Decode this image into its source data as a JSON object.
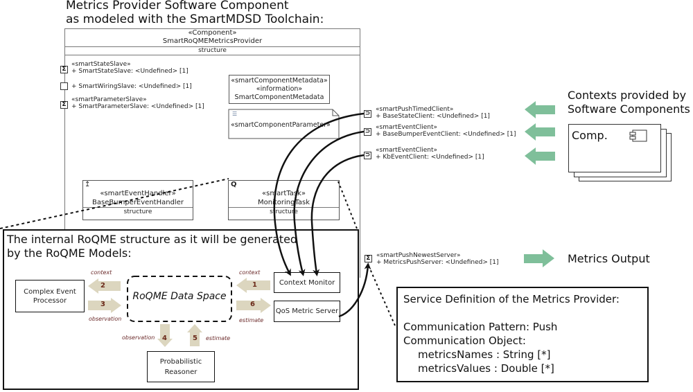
{
  "title": {
    "line1": "Metrics Provider Software Component",
    "line2": "as modeled with the SmartMDSD Toolchain:"
  },
  "component": {
    "stereotype": "«Component»",
    "name": "SmartRoQMEMetricsProvider",
    "compartment": "structure"
  },
  "left_ports": [
    {
      "stereotype": "«smartStateSlave»",
      "label": "+ SmartStateSlave: <Undefined> [1]",
      "icon": "sigma-port-icon"
    },
    {
      "stereotype": "",
      "label": "+ SmartWiringSlave: <Undefined> [1]",
      "icon": "empty-port-icon"
    },
    {
      "stereotype": "«smartParameterSlave»",
      "label": "+ SmartParameterSlave: <Undefined> [1]",
      "icon": "sigma-port-icon"
    }
  ],
  "metadata_box": {
    "line1": "«smartComponentMetadata»",
    "line2": "«information»",
    "line3": "SmartComponentMetadata"
  },
  "parameter_box": {
    "label": "«smartComponentParameter»"
  },
  "right_ports": [
    {
      "stereotype": "«smartPushTimedClient»",
      "label": "+ BaseStateClient: <Undefined> [1]"
    },
    {
      "stereotype": "«smartEventClient»",
      "label": "+ BaseBumperEventClient: <Undefined> [1]"
    },
    {
      "stereotype": "«smartEventClient»",
      "label": "+ KbEventClient: <Undefined> [1]"
    }
  ],
  "server_port": {
    "stereotype": "«smartPushNewestServer»",
    "label": "+ MetricsPushServer: <Undefined> [1]"
  },
  "event_handler": {
    "stereotype": "«smartEventHandler»",
    "name": "BaseBumperEventHandler",
    "compartment": "structure"
  },
  "task": {
    "stereotype": "«smartTask»",
    "name": "MonitoringTask",
    "compartment": "structure"
  },
  "contexts": {
    "line1": "Contexts provided by",
    "line2": "Software Components",
    "comp_label": "Comp."
  },
  "metrics_output": "Metrics Output",
  "roqme": {
    "heading1": "The internal RoQME structure as it will be generated",
    "heading2": "by the RoQME Models:",
    "data_space": "RoQME Data Space",
    "cep": {
      "line1": "Complex Event",
      "line2": "Processor"
    },
    "context_monitor": "Context Monitor",
    "qos_server": "QoS Metric Server",
    "reasoner": {
      "line1": "Probabilistic",
      "line2": "Reasoner"
    },
    "flows": [
      {
        "num": "1",
        "label": "context"
      },
      {
        "num": "2",
        "label": "context"
      },
      {
        "num": "3",
        "label": "observation"
      },
      {
        "num": "4",
        "label": "observation"
      },
      {
        "num": "5",
        "label": "estimate"
      },
      {
        "num": "6",
        "label": "estimate"
      }
    ]
  },
  "service_definition": {
    "title": "Service Definition of the Metrics Provider:",
    "pattern": "Communication Pattern: Push",
    "object": "Communication Object:",
    "field1": "metricsNames : String [*]",
    "field2": "metricsValues : Double [*]"
  },
  "colors": {
    "green_arrow": "#7fbf9a",
    "beige_arrow": "#dcd6bf",
    "flow_number": "#6b2a1a"
  }
}
